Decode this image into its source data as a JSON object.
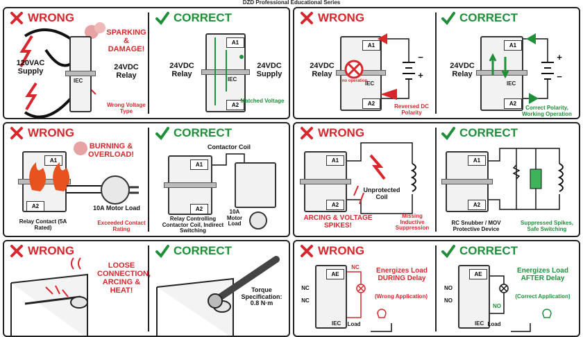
{
  "series_title": "DZD Professional Educational Series",
  "colors": {
    "wrong": "#d8262c",
    "correct": "#1f8f3a",
    "ink": "#222222"
  },
  "icons": {
    "wrong": "x-mark-icon",
    "correct": "check-mark-icon"
  },
  "panels": [
    {
      "wrong": {
        "header": "WRONG",
        "alert": "SPARKING & DAMAGE!",
        "left_label": "120VAC Supply",
        "right_label": "24VDC Relay",
        "caption": "Wrong Voltage Type",
        "iec": "IEC"
      },
      "correct": {
        "header": "CORRECT",
        "left_label": "24VDC Relay",
        "right_label": "24VDC Supply",
        "caption": "Matched Voltage",
        "iec": "IEC",
        "term_a1": "A1",
        "term_a2": "A2"
      }
    },
    {
      "wrong": {
        "header": "WRONG",
        "left_label": "24VDC Relay",
        "center_note": "no operation",
        "caption": "Reversed DC Polarity",
        "iec": "IEC",
        "term_a1": "A1",
        "term_a2": "A2",
        "plus": "+",
        "minus": "−"
      },
      "correct": {
        "header": "CORRECT",
        "left_label": "24VDC Relay",
        "caption": "Correct Polarity, Working Operation",
        "iec": "IEC",
        "term_a1": "A1",
        "term_a2": "A2",
        "plus": "+",
        "minus": "−"
      }
    },
    {
      "wrong": {
        "header": "WRONG",
        "alert": "BURNING & OVERLOAD!",
        "contact_label": "Relay Contact (5A Rated)",
        "motor_label": "10A Motor Load",
        "caption": "Exceeded Contact Rating",
        "term_a1": "A1",
        "term_a2": "A2"
      },
      "correct": {
        "header": "CORRECT",
        "coil_label": "Contactor Coil",
        "relay_label": "Relay Controlling Contactor Coil, Indirect Switching",
        "motor_label": "10A Motor Load",
        "term_a1": "A1",
        "term_a2": "A2"
      }
    },
    {
      "wrong": {
        "header": "WRONG",
        "coil_label": "Unprotected Coil",
        "alert": "ARCING & VOLTAGE SPIKES!",
        "caption": "Missing Inductive Suppression",
        "term_a1": "A1",
        "term_a2": "A2"
      },
      "correct": {
        "header": "CORRECT",
        "device_label": "RC Snubber / MOV Protective Device",
        "caption": "Suppressed Spikes, Safe Switching",
        "term_a1": "A1",
        "term_a2": "A2"
      }
    },
    {
      "wrong": {
        "header": "WRONG",
        "alert": "LOOSE CONNECTION, ARCING & HEAT!"
      },
      "correct": {
        "header": "CORRECT",
        "torque_label": "Torque Specification: 0.8 N·m"
      }
    },
    {
      "wrong": {
        "header": "WRONG",
        "nc_top": "NC",
        "nc_a": "NC",
        "nc_b": "NC",
        "term_ae": "AE",
        "iec": "IEC",
        "caption": "Energizes Load DURING Delay",
        "sub_caption": "(Wrong Application)",
        "load_label": "Load"
      },
      "correct": {
        "header": "CORRECT",
        "no_a": "NO",
        "no_b": "NO",
        "no_bottom": "NO",
        "term_ae": "AE",
        "iec": "IEC",
        "caption": "Energizes Load AFTER Delay",
        "sub_caption": "(Correct Application)",
        "load_label": "Load"
      }
    }
  ]
}
